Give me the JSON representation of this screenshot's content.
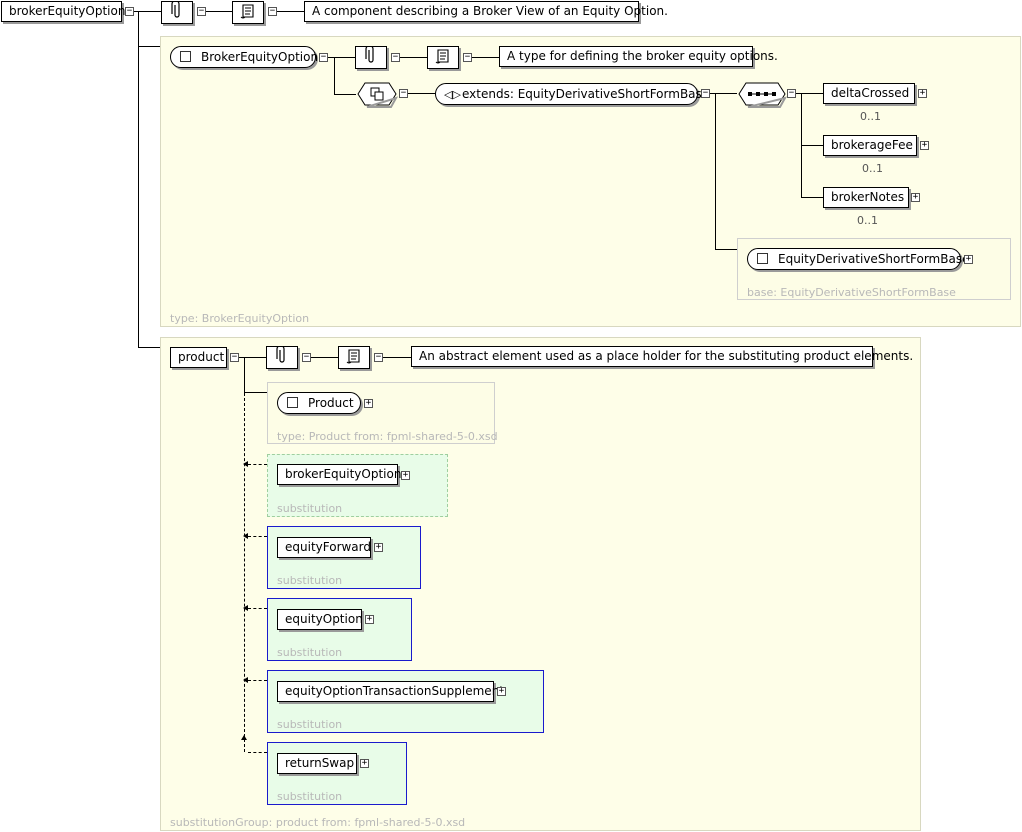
{
  "root": {
    "label": "brokerEquityOption",
    "doc": "A component describing a Broker View of an Equity Option."
  },
  "type_panel": {
    "caption": "type: BrokerEquityOption",
    "type_name": "BrokerEquityOption",
    "doc": "A type for defining the broker equity options.",
    "extends_label": "extends: EquityDerivativeShortFormBase",
    "children": [
      {
        "label": "deltaCrossed",
        "occurs": "0..1"
      },
      {
        "label": "brokerageFee",
        "occurs": "0..1"
      },
      {
        "label": "brokerNotes",
        "occurs": "0..1"
      }
    ],
    "base": {
      "type_name": "EquityDerivativeShortFormBase",
      "caption": "base: EquityDerivativeShortFormBase"
    }
  },
  "product_panel": {
    "label": "product",
    "doc": "An abstract element used as a place holder for the substituting product elements.",
    "caption": "substitutionGroup: product from: fpml-shared-5-0.xsd",
    "type_box": {
      "type_name": "Product",
      "caption": "type: Product from: fpml-shared-5-0.xsd"
    },
    "substitutions": [
      {
        "label": "brokerEquityOption",
        "caption": "substitution"
      },
      {
        "label": "equityForward",
        "caption": "substitution"
      },
      {
        "label": "equityOption",
        "caption": "substitution"
      },
      {
        "label": "equityOptionTransactionSupplement",
        "caption": "substitution"
      },
      {
        "label": "returnSwap",
        "caption": "substitution"
      }
    ]
  },
  "icons": {
    "annotation": "annotation-clip-icon",
    "documentation": "documentation-scroll-icon",
    "expand": "expand-toggle-icon",
    "collapse": "collapse-toggle-icon",
    "sequence": "sequence-compositor-icon",
    "complex_type": "complex-type-icon",
    "extension": "extension-arrows-icon"
  }
}
